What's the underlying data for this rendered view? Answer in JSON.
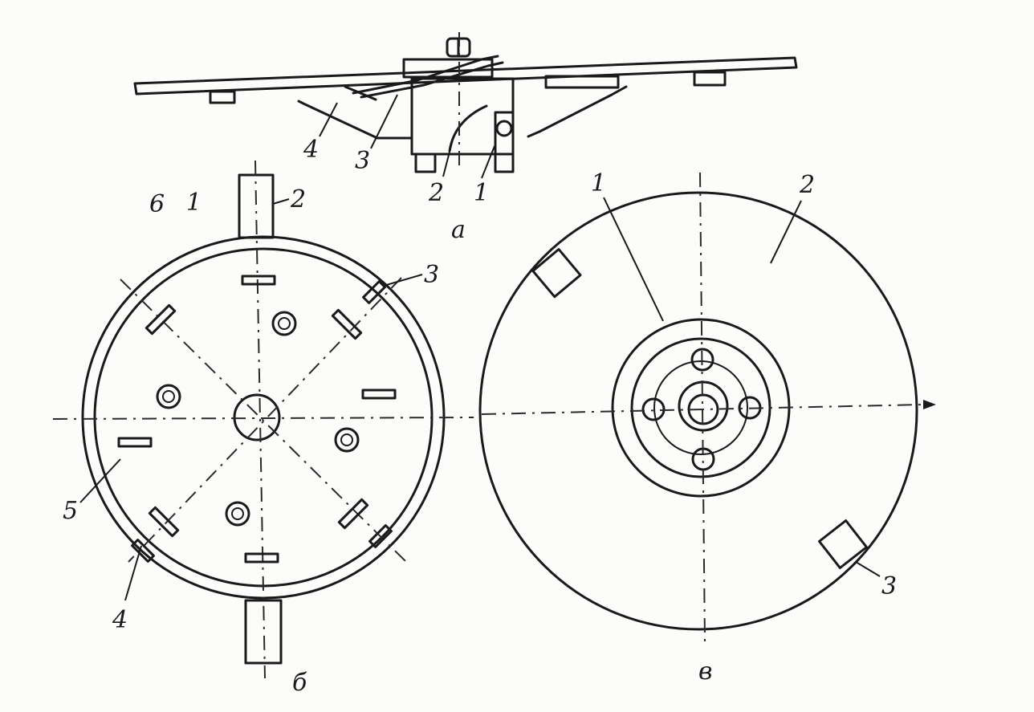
{
  "views": {
    "a": {
      "caption": "а",
      "callouts": [
        "4",
        "3",
        "2",
        "1"
      ]
    },
    "b": {
      "caption": "б",
      "callouts": [
        "6",
        "1",
        "2",
        "3",
        "5",
        "4"
      ]
    },
    "v": {
      "caption": "в",
      "callouts": [
        "1",
        "2",
        "3"
      ]
    }
  },
  "palette": {
    "ink": "#1a1a1a",
    "paper": "#fcfcfa"
  }
}
